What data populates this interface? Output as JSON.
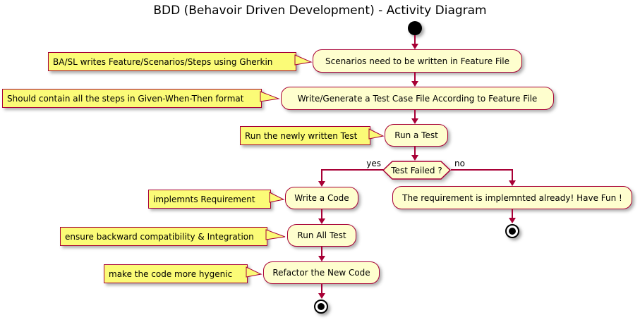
{
  "title": "BDD (Behavoir Driven Development) - Activity Diagram",
  "chart_type": "activity-diagram",
  "colors": {
    "border": "#A80036",
    "arrow": "#A80036",
    "activity_bg": "#FEFECE",
    "note_bg": "#FBFB77",
    "node_fill": "#000000",
    "text": "#000000"
  },
  "activities": {
    "a1": "Scenarios need to be written in Feature File",
    "a2": "Write/Generate a Test Case File According to Feature File",
    "a3": "Run a Test",
    "a4": "Write a Code",
    "a5": "The requirement is implemnted already! Have Fun !",
    "a6": "Run All Test",
    "a7": "Refactor the New Code"
  },
  "notes": {
    "n1": "BA/SL writes Feature/Scenarios/Steps using Gherkin",
    "n2": "Should contain all the steps in Given-When-Then format",
    "n3": "Run the newly written Test",
    "n4": "implemnts Requirement",
    "n5": "ensure backward compatibility & Integration",
    "n6": "make the code more hygenic"
  },
  "decision": {
    "label": "Test Failed ?",
    "yes": "yes",
    "no": "no"
  }
}
